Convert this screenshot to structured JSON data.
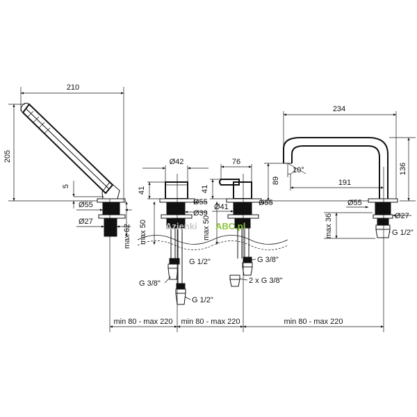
{
  "dimensions": {
    "hs_width": "210",
    "hs_height": "205",
    "hs_offset": "5",
    "hs_d55": "Ø55",
    "hs_d27": "Ø27",
    "hs_max62": "max 62",
    "m1_d42": "Ø42",
    "m1_h41": "41",
    "m1_d55": "Ø55",
    "m1_d39": "Ø39",
    "m1_max50": "max 50",
    "m2_w76": "76",
    "m2_h41": "41",
    "m2_d41": "Ø41",
    "m2_d55": "Ø55",
    "m2_max50": "max 50",
    "sp_width": "234",
    "sp_h136": "136",
    "sp_h89": "89",
    "sp_angle": "10°",
    "sp_reach": "191",
    "sp_d55": "Ø55",
    "sp_d27": "Ø27",
    "sp_max36": "max 36",
    "sp_thread": "G 1/2\"",
    "c1_thread_a": "G 1/2\"",
    "c1_thread_b": "G 3/8\"",
    "c1_thread_c": "G 1/2\"",
    "c2_thread_a": "G 3/8\"",
    "c2_thread_b": "2 x G 3/8\"",
    "spacing_1": "min 80 - max 220",
    "spacing_2": "min 80 - max 220",
    "spacing_3": "min 80 - max 220"
  },
  "watermark": {
    "text_left": "Azienki",
    "text_right": "ABC.pl",
    "color_green": "#8dc63f"
  }
}
